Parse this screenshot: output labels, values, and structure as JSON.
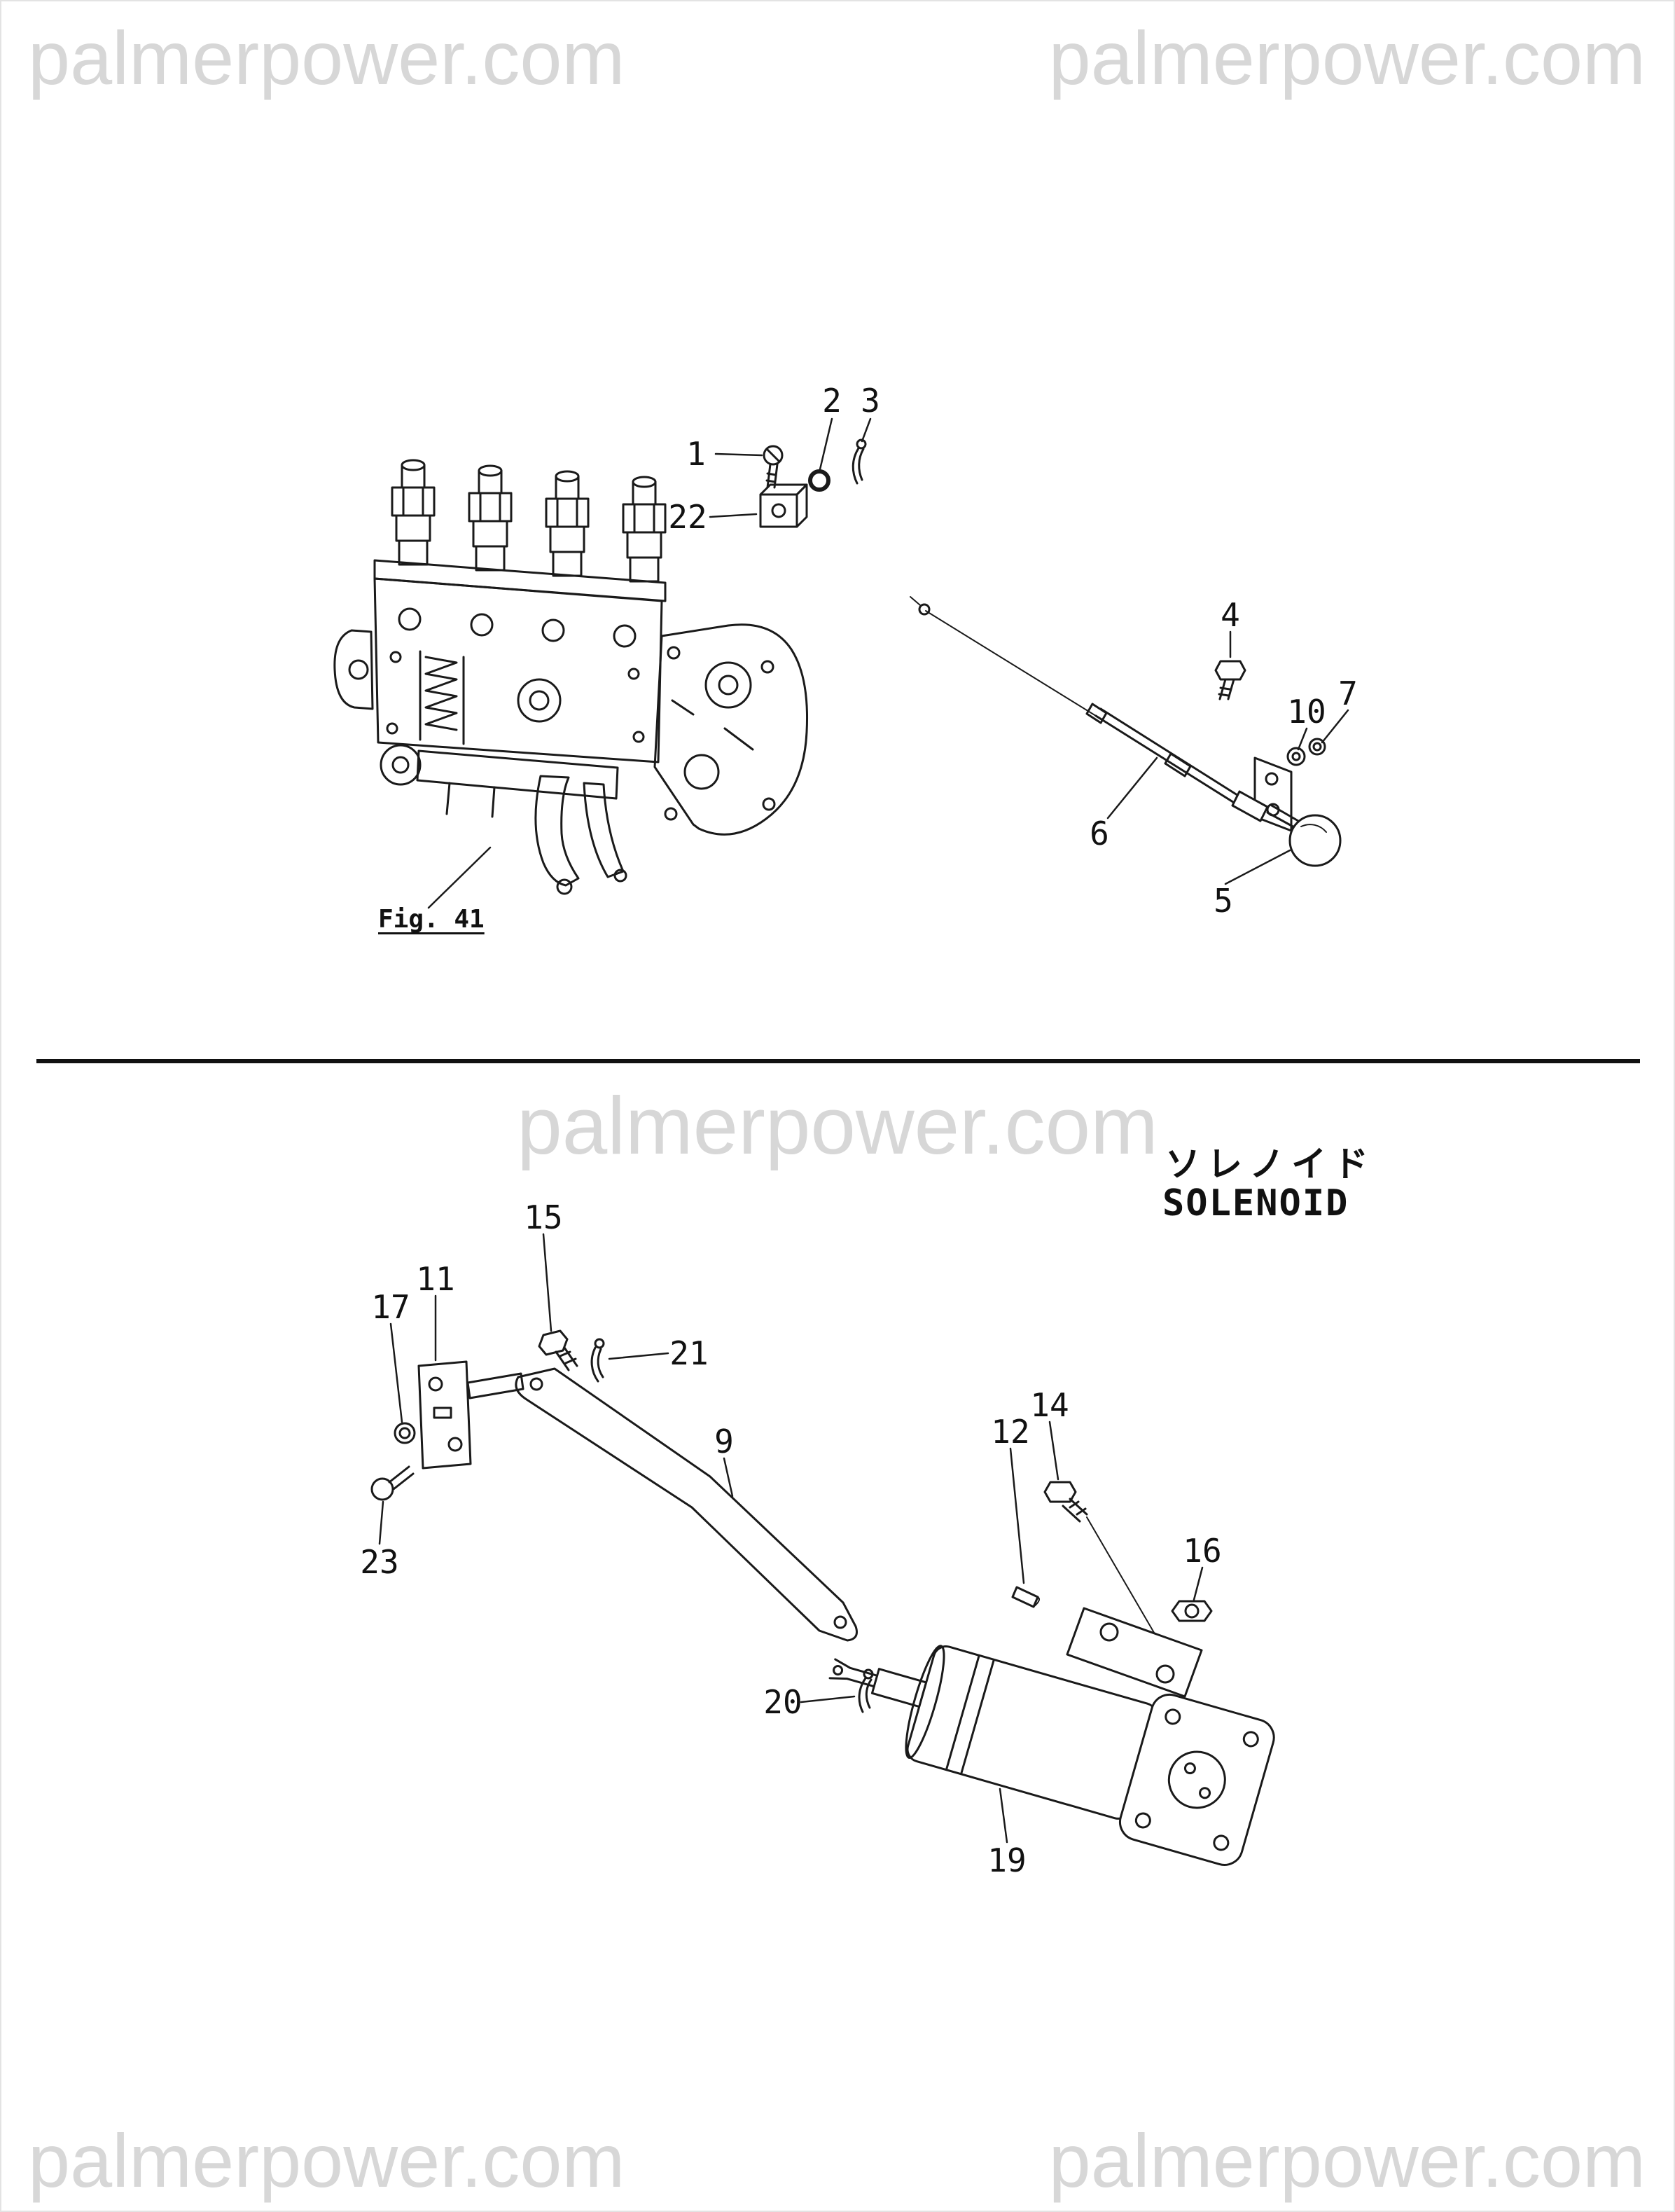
{
  "page": {
    "watermark_text": "palmerpower.com"
  },
  "top_section": {
    "fig_label": "Fig. 41",
    "callouts": [
      "1",
      "2",
      "3",
      "22",
      "4",
      "10",
      "7",
      "6",
      "5"
    ]
  },
  "bottom_section": {
    "title_jp": "ソレノイド",
    "title_en": "SOLENOID",
    "callouts": [
      "15",
      "11",
      "17",
      "21",
      "9",
      "12",
      "14",
      "16",
      "23",
      "20",
      "19"
    ]
  },
  "colors": {
    "line": "#1a1a1a",
    "watermark": "#d7d7d7",
    "background": "#ffffff"
  }
}
